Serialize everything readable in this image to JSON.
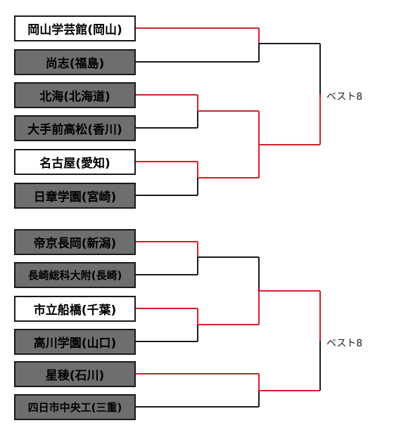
{
  "colors": {
    "winner_line": "#d4202a",
    "loser_line": "#1a1a1a",
    "winner_box": "#ffffff",
    "loser_box": "#6e6e6e"
  },
  "upper_block": {
    "teams": [
      {
        "name": "岡山学芸館(岡山)",
        "status": "winner"
      },
      {
        "name": "尚志(福島)",
        "status": "eliminated"
      },
      {
        "name": "北海(北海道)",
        "status": "eliminated"
      },
      {
        "name": "大手前高松(香川)",
        "status": "eliminated"
      },
      {
        "name": "名古屋(愛知)",
        "status": "winner"
      },
      {
        "name": "日章学園(宮崎)",
        "status": "eliminated"
      }
    ],
    "result_label": "ベスト8"
  },
  "lower_block": {
    "teams": [
      {
        "name": "帝京長岡(新潟)",
        "status": "eliminated"
      },
      {
        "name": "長崎総科大附(長崎)",
        "status": "eliminated"
      },
      {
        "name": "市立船橋(千葉)",
        "status": "winner"
      },
      {
        "name": "高川学園(山口)",
        "status": "eliminated"
      },
      {
        "name": "星稜(石川)",
        "status": "eliminated"
      },
      {
        "name": "四日市中央工(三重)",
        "status": "eliminated"
      }
    ],
    "result_label": "ベスト8"
  }
}
